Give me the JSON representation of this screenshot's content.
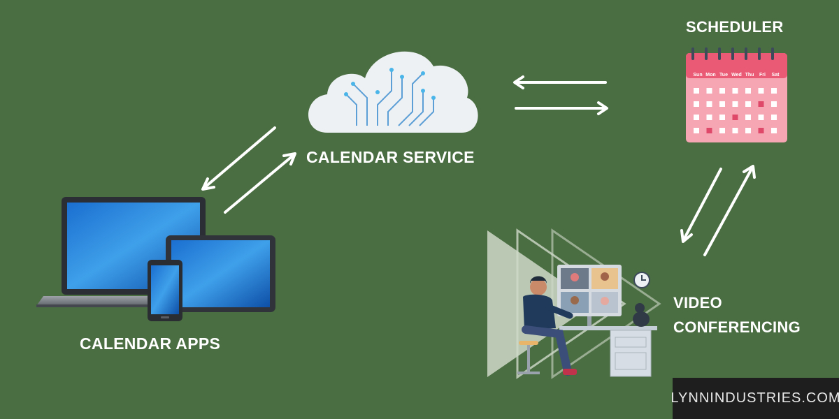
{
  "nodes": {
    "scheduler": {
      "label": "SCHEDULER"
    },
    "calendar_service": {
      "label": "CALENDAR SERVICE"
    },
    "calendar_apps": {
      "label": "CALENDAR APPS"
    },
    "video_conferencing": {
      "label_line1": "VIDEO",
      "label_line2": "CONFERENCING"
    }
  },
  "calendar_days": [
    "Sun",
    "Mon",
    "Tue",
    "Wed",
    "Thu",
    "Fri",
    "Sat"
  ],
  "watermark": "LYNNINDUSTRIES.COM",
  "icons": [
    "cloud-circuit-icon",
    "calendar-icon",
    "devices-icon",
    "video-call-person-icon"
  ],
  "colors": {
    "background": "#4a6d41",
    "calendar_pink": "#f06d84",
    "cloud": "#eef1f4",
    "circuit": "#5b9fd6",
    "arrows": "#ffffff"
  }
}
